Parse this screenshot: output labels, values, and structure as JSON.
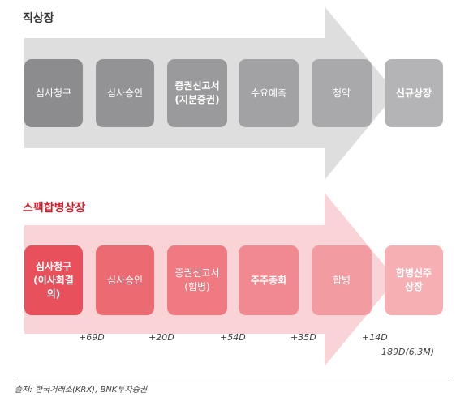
{
  "direct": {
    "title": "직상장",
    "steps": [
      {
        "label": "심사청구",
        "color": "#8c8c8e",
        "bold": false
      },
      {
        "label": "심사승인",
        "color": "#939395",
        "bold": false
      },
      {
        "label": "증권신고서\n(지분증권)",
        "color": "#9a9a9c",
        "bold": true
      },
      {
        "label": "수요예측",
        "color": "#a2a2a4",
        "bold": false
      },
      {
        "label": "청약",
        "color": "#a9a9ab",
        "bold": false
      },
      {
        "label": "신규상장",
        "color": "#b4b4b6",
        "bold": true
      }
    ]
  },
  "spac": {
    "title": "스팩합병상장",
    "steps": [
      {
        "label": "심사청구\n(이사회결의)",
        "color": "#e8515c",
        "bold": true
      },
      {
        "label": "심사승인",
        "color": "#ec6a72",
        "bold": false
      },
      {
        "label": "증권신고서\n(합병)",
        "color": "#ef7a81",
        "bold": false
      },
      {
        "label": "주주총회",
        "color": "#f08a90",
        "bold": true
      },
      {
        "label": "합병",
        "color": "#f29ba0",
        "bold": false
      },
      {
        "label": "합병신주\n상장",
        "color": "#f6b0b4",
        "bold": true
      }
    ],
    "durations": [
      "+69D",
      "+20D",
      "+54D",
      "+35D",
      "+14D"
    ],
    "total": "189D(6.3M)"
  },
  "colors": {
    "direct_arrow": "#dedede",
    "spac_arrow": "#f9d3d5"
  },
  "source": "출처: 한국거래소(KRX), BNK투자증권"
}
